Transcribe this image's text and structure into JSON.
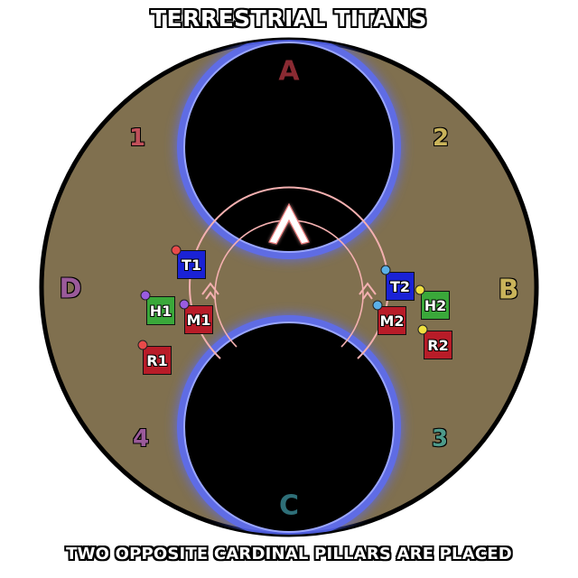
{
  "header": {
    "title": "TERRESTRIAL TITANS"
  },
  "footer": {
    "caption": "TWO OPPOSITE CARDINAL PILLARS ARE PLACED"
  },
  "colors": {
    "arena_floor": "#80704f",
    "pit": "#000000",
    "pit_glow": "#5a6cff",
    "arrow_ring": "#f2a0a0",
    "tank": "#1a22d6",
    "healer": "#3aa83a",
    "melee": "#b81c28",
    "ranged": "#b81c28"
  },
  "waymarks": [
    {
      "id": "wm-a",
      "label": "A",
      "color": "#8a2a32"
    },
    {
      "id": "wm-b",
      "label": "B",
      "color": "#c9b35a"
    },
    {
      "id": "wm-c",
      "label": "C",
      "color": "#2e6f78"
    },
    {
      "id": "wm-d",
      "label": "D",
      "color": "#9a5a9a"
    },
    {
      "id": "wm-1",
      "label": "1",
      "color": "#c0505a"
    },
    {
      "id": "wm-2",
      "label": "2",
      "color": "#c9b35a"
    },
    {
      "id": "wm-3",
      "label": "3",
      "color": "#4d9a8a"
    },
    {
      "id": "wm-4",
      "label": "4",
      "color": "#9a5a9a"
    }
  ],
  "players": [
    {
      "id": "t1",
      "label": "T1",
      "role": "tank",
      "dot_color": "#e84a4a"
    },
    {
      "id": "h1",
      "label": "H1",
      "role": "healer",
      "dot_color": "#9a5ce0"
    },
    {
      "id": "m1",
      "label": "M1",
      "role": "melee",
      "dot_color": "#9a5ce0"
    },
    {
      "id": "r1",
      "label": "R1",
      "role": "ranged",
      "dot_color": "#e84a4a"
    },
    {
      "id": "t2",
      "label": "T2",
      "role": "tank",
      "dot_color": "#5ab0e8"
    },
    {
      "id": "h2",
      "label": "H2",
      "role": "healer",
      "dot_color": "#f0e040"
    },
    {
      "id": "m2",
      "label": "M2",
      "role": "melee",
      "dot_color": "#5ab0e8"
    },
    {
      "id": "r2",
      "label": "R2",
      "role": "ranged",
      "dot_color": "#f0e040"
    }
  ]
}
